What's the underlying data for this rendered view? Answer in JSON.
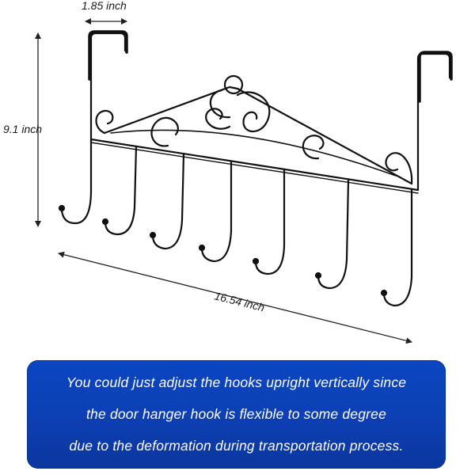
{
  "dimensions": {
    "width_label": "1.85 inch",
    "height_label": "9.1 inch",
    "length_label": "16.54 inch"
  },
  "info_box": {
    "line_1": "You could just adjust the hooks upright vertically since",
    "line_2": "the door hanger hook is flexible to some degree",
    "line_3": "due to the deformation during transportation process.",
    "background_color": "#0d3fb3"
  },
  "product": {
    "hook_count": 7,
    "metal_color": "#111111"
  }
}
